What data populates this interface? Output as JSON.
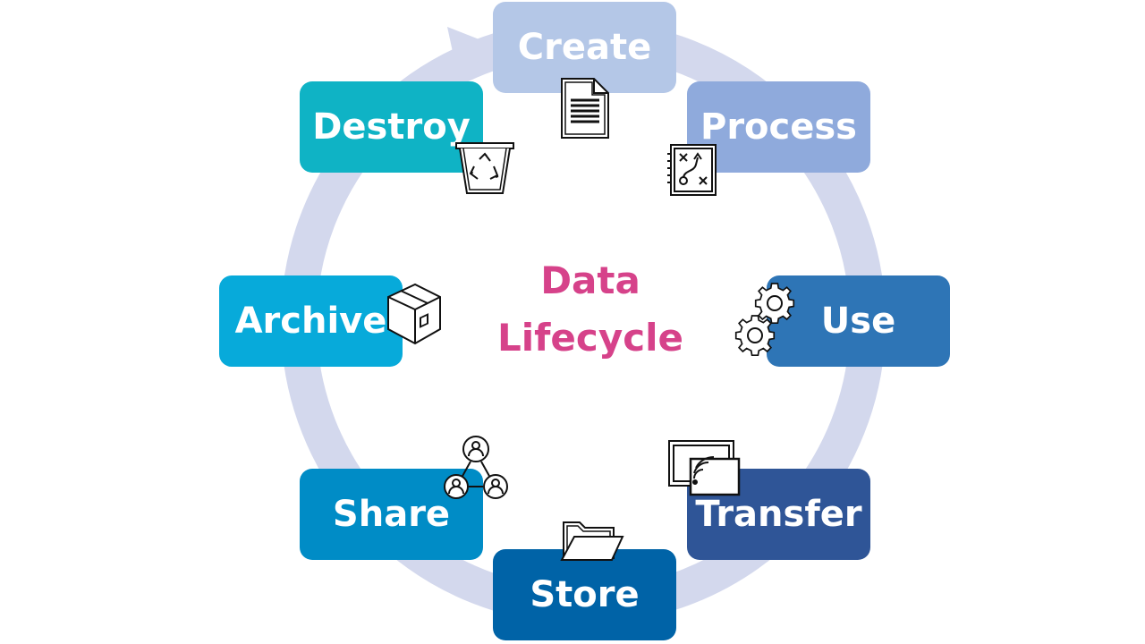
{
  "diagram": {
    "title_line1": "Data",
    "title_line2": "Lifecycle",
    "title_color": "#d6428a",
    "ring_color": "#d3d8ed",
    "stages": [
      {
        "label": "Create",
        "color": "#b4c7e7"
      },
      {
        "label": "Process",
        "color": "#8faadc"
      },
      {
        "label": "Use",
        "color": "#2e75b6"
      },
      {
        "label": "Transfer",
        "color": "#2f5597"
      },
      {
        "label": "Store",
        "color": "#0063a7"
      },
      {
        "label": "Share",
        "color": "#008cc6"
      },
      {
        "label": "Archive",
        "color": "#07aada"
      },
      {
        "label": "Destroy",
        "color": "#0fb3c5"
      }
    ],
    "icons": [
      "document-icon",
      "strategy-board-icon",
      "gears-icon",
      "wireless-transfer-icon",
      "folder-icon",
      "people-network-icon",
      "box-icon",
      "recycle-bin-icon"
    ]
  }
}
